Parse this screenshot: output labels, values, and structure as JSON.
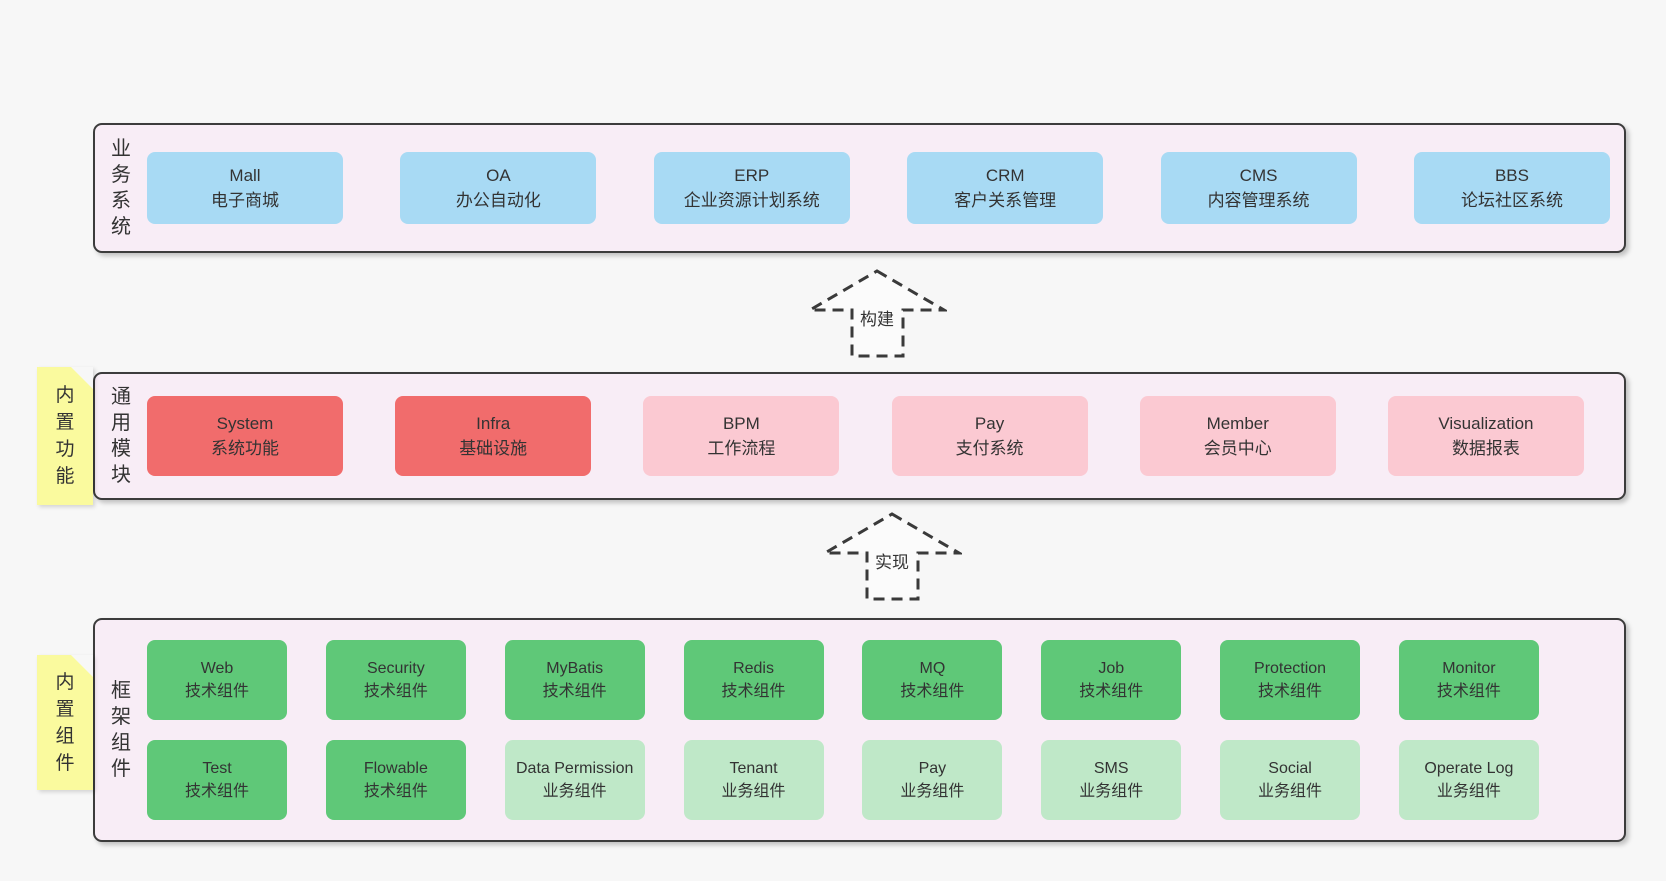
{
  "colors": {
    "page_bg": "#f7f7f7",
    "band_bg": "#f8edf6",
    "band_border": "#3c3c3c",
    "blue_box": "#a8daf4",
    "red_box": "#f16c6c",
    "pink_box": "#fbc9d2",
    "green_dark_box": "#5fc878",
    "green_light_box": "#bfe8c8",
    "sticky_bg": "#fafa9e",
    "sticky_fold": "#c9c9c9",
    "text": "#333333"
  },
  "stickies": [
    {
      "label": "内\n置\n功\n能"
    },
    {
      "label": "内\n置\n组\n件"
    }
  ],
  "arrows": [
    {
      "label": "构建"
    },
    {
      "label": "实现"
    }
  ],
  "bands": [
    {
      "label": "业\n务\n系\n统",
      "items": [
        {
          "name": "Mall",
          "desc": "电子商城"
        },
        {
          "name": "OA",
          "desc": "办公自动化"
        },
        {
          "name": "ERP",
          "desc": "企业资源计划系统"
        },
        {
          "name": "CRM",
          "desc": "客户关系管理"
        },
        {
          "name": "CMS",
          "desc": "内容管理系统"
        },
        {
          "name": "BBS",
          "desc": "论坛社区系统"
        }
      ]
    },
    {
      "label": "通\n用\n模\n块",
      "items": [
        {
          "name": "System",
          "desc": "系统功能"
        },
        {
          "name": "Infra",
          "desc": "基础设施"
        },
        {
          "name": "BPM",
          "desc": "工作流程"
        },
        {
          "name": "Pay",
          "desc": "支付系统"
        },
        {
          "name": "Member",
          "desc": "会员中心"
        },
        {
          "name": "Visualization",
          "desc": "数据报表"
        }
      ]
    },
    {
      "label": "框\n架\n组\n件",
      "rows": [
        [
          {
            "name": "Web",
            "desc": "技术组件"
          },
          {
            "name": "Security",
            "desc": "技术组件"
          },
          {
            "name": "MyBatis",
            "desc": "技术组件"
          },
          {
            "name": "Redis",
            "desc": "技术组件"
          },
          {
            "name": "MQ",
            "desc": "技术组件"
          },
          {
            "name": "Job",
            "desc": "技术组件"
          },
          {
            "name": "Protection",
            "desc": "技术组件"
          },
          {
            "name": "Monitor",
            "desc": "技术组件"
          }
        ],
        [
          {
            "name": "Test",
            "desc": "技术组件"
          },
          {
            "name": "Flowable",
            "desc": "技术组件"
          },
          {
            "name": "Data Permission",
            "desc": "业务组件"
          },
          {
            "name": "Tenant",
            "desc": "业务组件"
          },
          {
            "name": "Pay",
            "desc": "业务组件"
          },
          {
            "name": "SMS",
            "desc": "业务组件"
          },
          {
            "name": "Social",
            "desc": "业务组件"
          },
          {
            "name": "Operate Log",
            "desc": "业务组件"
          }
        ]
      ]
    }
  ]
}
